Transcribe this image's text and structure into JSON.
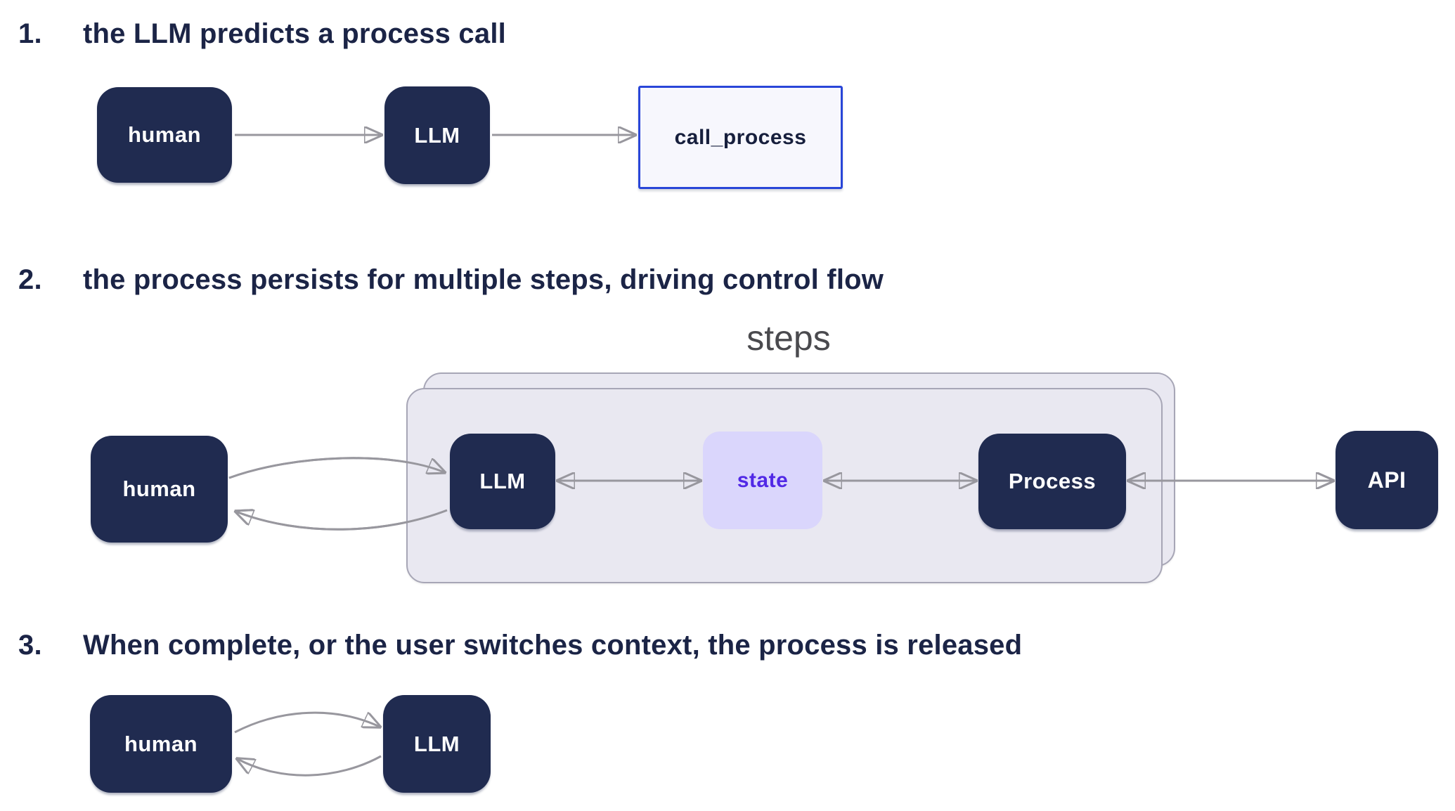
{
  "colors": {
    "background": "#ffffff",
    "node_navy": "#202b50",
    "node_text": "#ffffff",
    "heading_navy": "#1b2446",
    "call_process_border": "#2946d8",
    "call_process_fill": "#f7f7fd",
    "state_fill": "#dad6fc",
    "state_text": "#5129e6",
    "steps_container_fill": "#e9e8f1",
    "steps_container_border": "#a7a6b6",
    "arrow_gray": "#98979e",
    "steps_label_gray": "#4a4a4e"
  },
  "sections": [
    {
      "number": "1.",
      "title": "the LLM predicts a process call",
      "nodes": [
        {
          "id": "human",
          "label": "human"
        },
        {
          "id": "llm",
          "label": "LLM"
        },
        {
          "id": "call_process",
          "label": "call_process"
        }
      ]
    },
    {
      "number": "2.",
      "title": "the process persists for multiple steps, driving control flow",
      "steps_label": "steps",
      "nodes": [
        {
          "id": "human",
          "label": "human"
        },
        {
          "id": "llm",
          "label": "LLM"
        },
        {
          "id": "state",
          "label": "state"
        },
        {
          "id": "process",
          "label": "Process"
        },
        {
          "id": "api",
          "label": "API"
        }
      ]
    },
    {
      "number": "3.",
      "title": "When complete, or the user switches context, the process is released",
      "nodes": [
        {
          "id": "human",
          "label": "human"
        },
        {
          "id": "llm",
          "label": "LLM"
        }
      ]
    }
  ]
}
